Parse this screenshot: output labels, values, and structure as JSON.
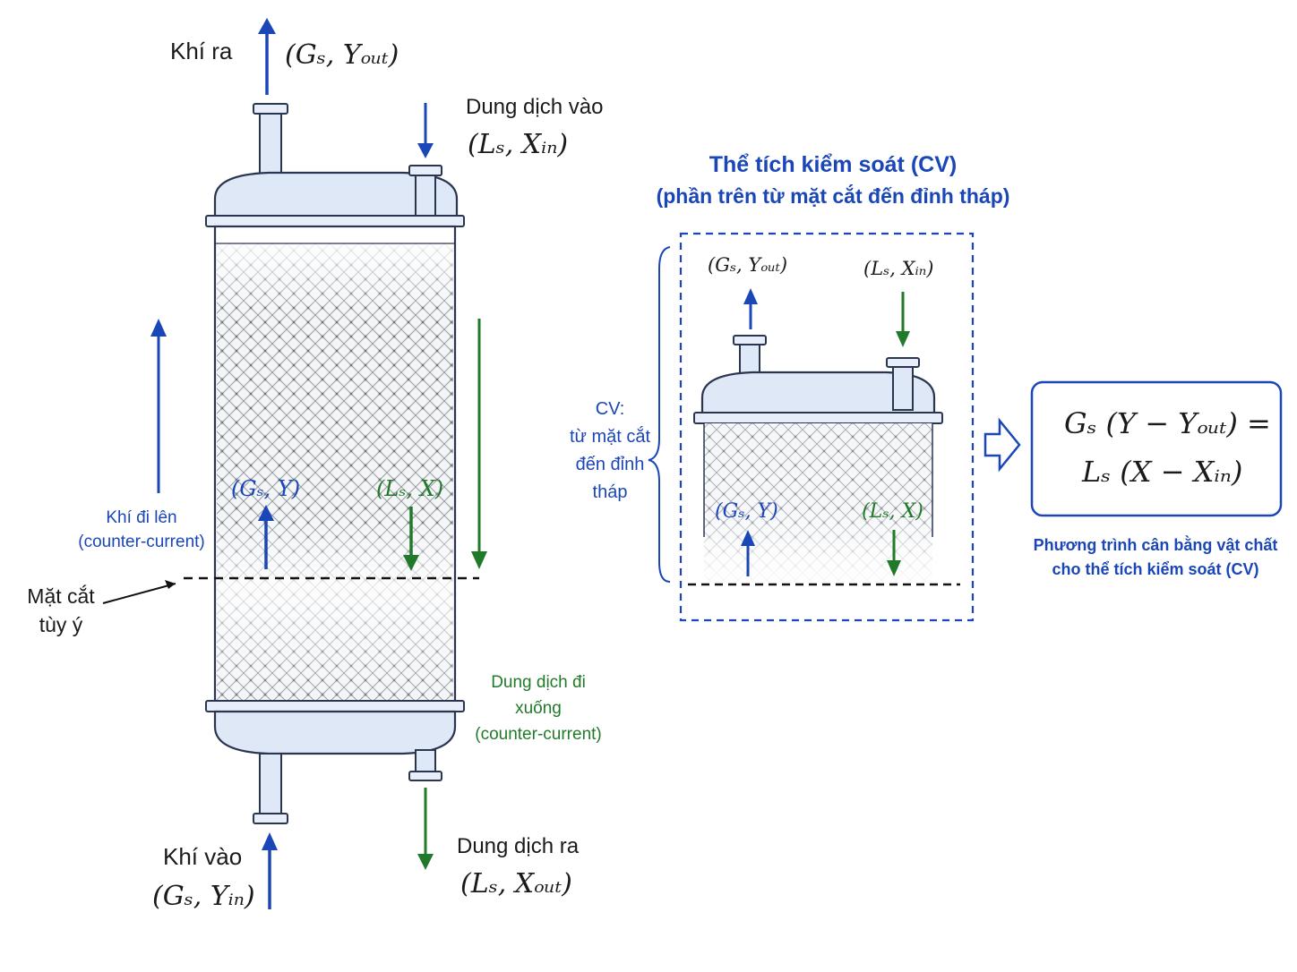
{
  "colors": {
    "gas_blue": "#1a46b8",
    "liquid_green": "#217a2a",
    "vessel_fill": "#dfe8f7",
    "vessel_stroke": "#2a3550",
    "packing": "#9aa0a8",
    "cv_border": "#1a46b8"
  },
  "tower": {
    "top_outlet_label": "Khí ra",
    "top_outlet_math": "(Gₛ, Yₒᵤₜ)",
    "liquid_in_label": "Dung dịch vào",
    "liquid_in_math": "(Lₛ, Xᵢₙ)",
    "gas_up_label_line1": "Khí đi lên",
    "gas_up_label_line2": "(counter-current)",
    "section_label_line1": "Mặt cắt",
    "section_label_line2": "tùy ý",
    "inner_gas_math": "(Gₛ, Y)",
    "inner_liquid_math": "(Lₛ, X)",
    "liquid_down_label_line1": "Dung dịch đi",
    "liquid_down_label_line2": "xuống",
    "liquid_down_label_line3": "(counter-current)",
    "gas_in_label": "Khí vào",
    "gas_in_math": "(Gₛ, Yᵢₙ)",
    "liquid_out_label": "Dung dịch ra",
    "liquid_out_math": "(Lₛ, Xₒᵤₜ)"
  },
  "control_volume": {
    "title": "Thể tích kiểm soát (CV)",
    "subtitle": "(phần trên từ mặt cắt đến đỉnh tháp)",
    "top_gas_math": "(Gₛ, Yₒᵤₜ)",
    "top_liquid_math": "(Lₛ, Xᵢₙ)",
    "inner_gas_math": "(Gₛ, Y)",
    "inner_liquid_math": "(Lₛ, X)",
    "brace_label_line1": "CV:",
    "brace_label_line2": "từ mặt cắt",
    "brace_label_line3": "đến đỉnh",
    "brace_label_line4": "tháp"
  },
  "equation": {
    "line1": "Gₛ (Y − Yₒᵤₜ) =",
    "line2": "Lₛ (X − Xᵢₙ)",
    "caption_line1": "Phương trình cân bằng vật chất",
    "caption_line2": "cho thể tích kiểm soát (CV)"
  }
}
